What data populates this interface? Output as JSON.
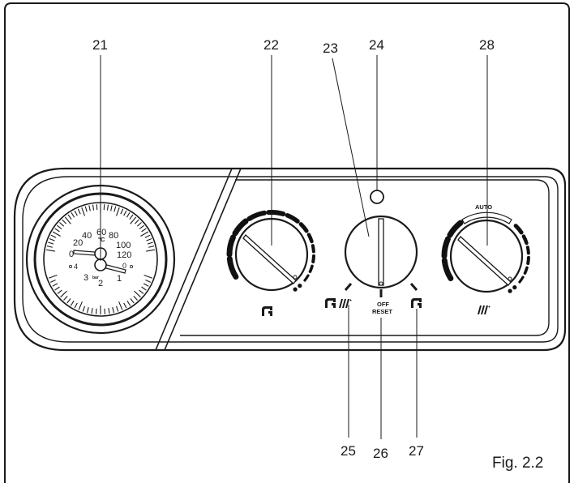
{
  "callouts": {
    "c21": "21",
    "c22": "22",
    "c23": "23",
    "c24": "24",
    "c28": "28",
    "c25": "25",
    "c26": "26",
    "c27": "27"
  },
  "figure_label": "Fig. 2.2",
  "gauge": {
    "temp_labels": [
      "0",
      "20",
      "40",
      "60",
      "80",
      "100",
      "120"
    ],
    "temp_unit": "°C",
    "pressure_labels": [
      "4",
      "3",
      "2",
      "1",
      "0"
    ],
    "pressure_unit": "bar"
  },
  "selector": {
    "off_label": "OFF",
    "reset_label": "RESET"
  },
  "heating_knob": {
    "auto_label": "AUTO"
  },
  "icons": {
    "tap": "tap-icon",
    "radiator": "radiator-icon"
  }
}
